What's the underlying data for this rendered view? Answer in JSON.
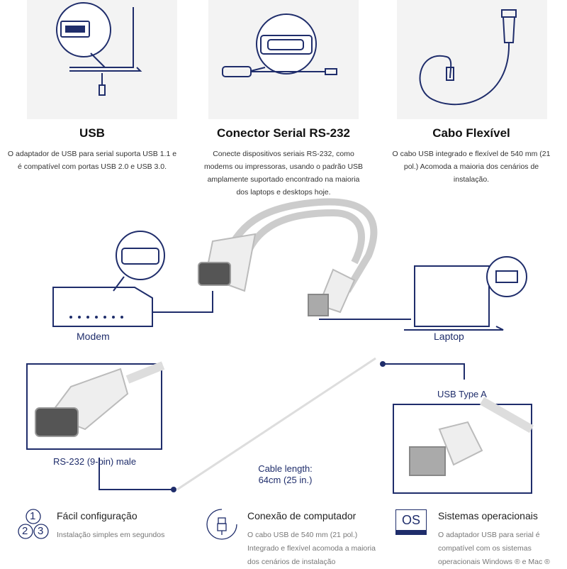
{
  "features": [
    {
      "title": "USB",
      "text": "O adaptador de USB para serial suporta USB 1.1 e é compatível com portas USB 2.0 e USB 3.0."
    },
    {
      "title": "Conector Serial RS-232",
      "text": "Conecte dispositivos seriais RS-232, como modems ou impressoras, usando o padrão USB amplamente suportado encontrado na maioria dos laptops e desktops hoje."
    },
    {
      "title": "Cabo Flexível",
      "text": "O cabo USB integrado e flexível de 540 mm (21 pol.) Acomoda a maioria dos cenários de instalação."
    }
  ],
  "diagram": {
    "modem": "Modem",
    "laptop": "Laptop"
  },
  "specs": {
    "usb_type": "USB Type A",
    "rs232": "RS-232 (9-pin) male",
    "cable_length_1": "Cable length:",
    "cable_length_2": "64cm (25 in.)"
  },
  "bottom": [
    {
      "title": "Fácil configuração",
      "text": "Instalação simples em segundos",
      "icon": "numbers-123-icon",
      "digits": [
        "1",
        "2",
        "3"
      ]
    },
    {
      "title": "Conexão de computador",
      "text": "O cabo USB de 540 mm (21 pol.) Integrado e flexível acomoda a maioria dos cenários de instalação",
      "icon": "usb-plug-icon"
    },
    {
      "title": "Sistemas operacionais",
      "text": "O adaptador USB para serial é compatível com os sistemas operacionais Windows ® e Mac ®",
      "icon": "os-monitor-icon",
      "os_label": "OS"
    }
  ],
  "colors": {
    "navy": "#1f2d6b",
    "bg_top": "#f3f3f3"
  }
}
